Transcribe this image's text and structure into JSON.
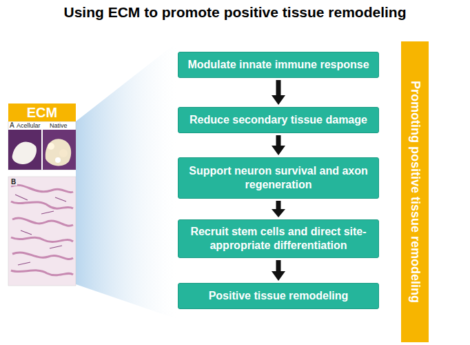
{
  "diagram": {
    "title": "Using ECM to promote positive tissue remodeling",
    "nodes": [
      {
        "text": [
          "ECM"
        ]
      },
      {
        "text": [
          "Modulate innate immune response"
        ]
      },
      {
        "text": [
          "Reduce secondary tissue damage"
        ]
      },
      {
        "text": [
          "Support neuron survival and axon regeneration"
        ]
      },
      {
        "text": [
          "Recruit stem cells and direct site-appropriate differentiation"
        ]
      },
      {
        "text": [
          "Positive tissue remodeling"
        ]
      },
      {
        "text": [
          "Promoting positive tissue remodeling"
        ]
      }
    ],
    "edges": [
      {
        "from": 1,
        "to": 2,
        "arrow": "to"
      },
      {
        "from": 2,
        "to": 3,
        "arrow": "to"
      },
      {
        "from": 3,
        "to": 4,
        "arrow": "to"
      },
      {
        "from": 4,
        "to": 5,
        "arrow": "to"
      }
    ],
    "labels": [
      "A",
      "Acellular",
      "Native",
      "B"
    ]
  }
}
